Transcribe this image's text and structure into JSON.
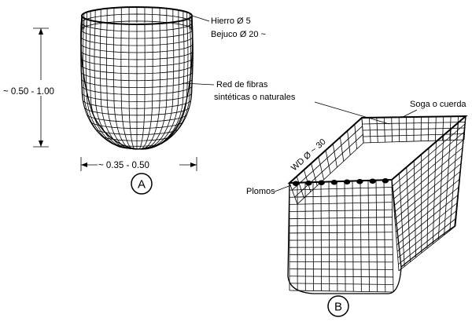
{
  "figure": {
    "labels": {
      "hierro": "Hierro Ø 5",
      "bejuco": "Bejuco Ø 20 ~",
      "red_line1": "Red de fibras",
      "red_line2": "sintéticas o naturales",
      "soga": "Soga o cuerda",
      "wd": "WD Ø ~ 30",
      "plomos": "Plomos"
    },
    "dimensions": {
      "height": "~ 0.50 - 1.00",
      "width": "~ 0.35 - 0.50"
    },
    "markers": {
      "a": "A",
      "b": "B"
    }
  }
}
